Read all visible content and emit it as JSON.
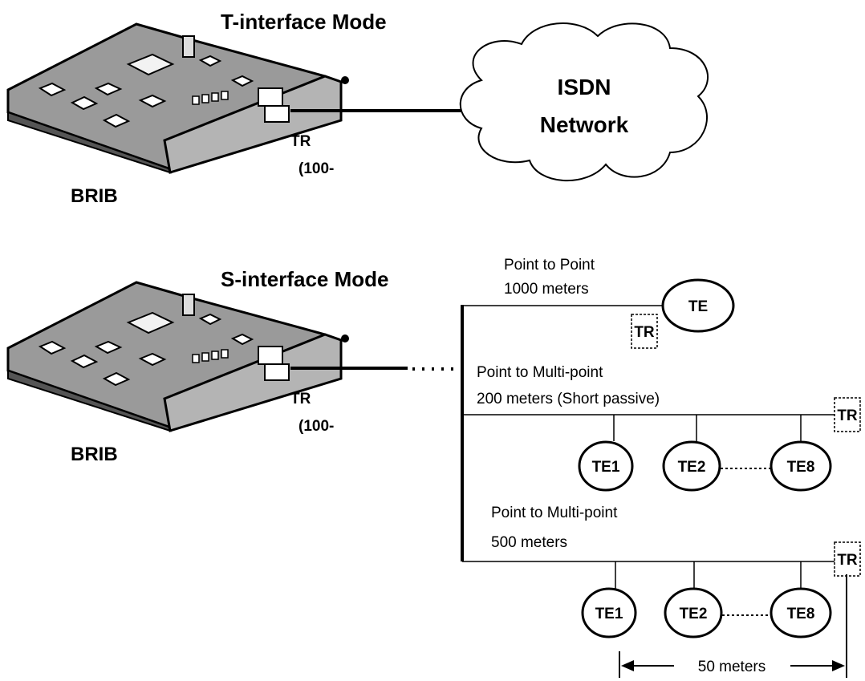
{
  "top_section": {
    "title": "T-interface Mode",
    "card_label": "BRIB",
    "tr_label": "TR",
    "tr_sub": "(100-",
    "cloud_line1": "ISDN",
    "cloud_line2": "Network"
  },
  "bottom_section": {
    "title": "S-interface Mode",
    "card_label": "BRIB",
    "tr_label": "TR",
    "tr_sub": "(100-"
  },
  "p2p": {
    "title": "Point to Point",
    "distance": "1000 meters",
    "terminal": "TE",
    "tr": "TR"
  },
  "p2mp_short": {
    "title": "Point to Multi-point",
    "distance": "200 meters (Short passive)",
    "tr": "TR",
    "terminals": [
      "TE1",
      "TE2",
      "TE8"
    ]
  },
  "p2mp_long": {
    "title": "Point to Multi-point",
    "distance": "500 meters",
    "tr": "TR",
    "terminals": [
      "TE1",
      "TE2",
      "TE8"
    ]
  },
  "dimension": {
    "label": "50 meters"
  }
}
